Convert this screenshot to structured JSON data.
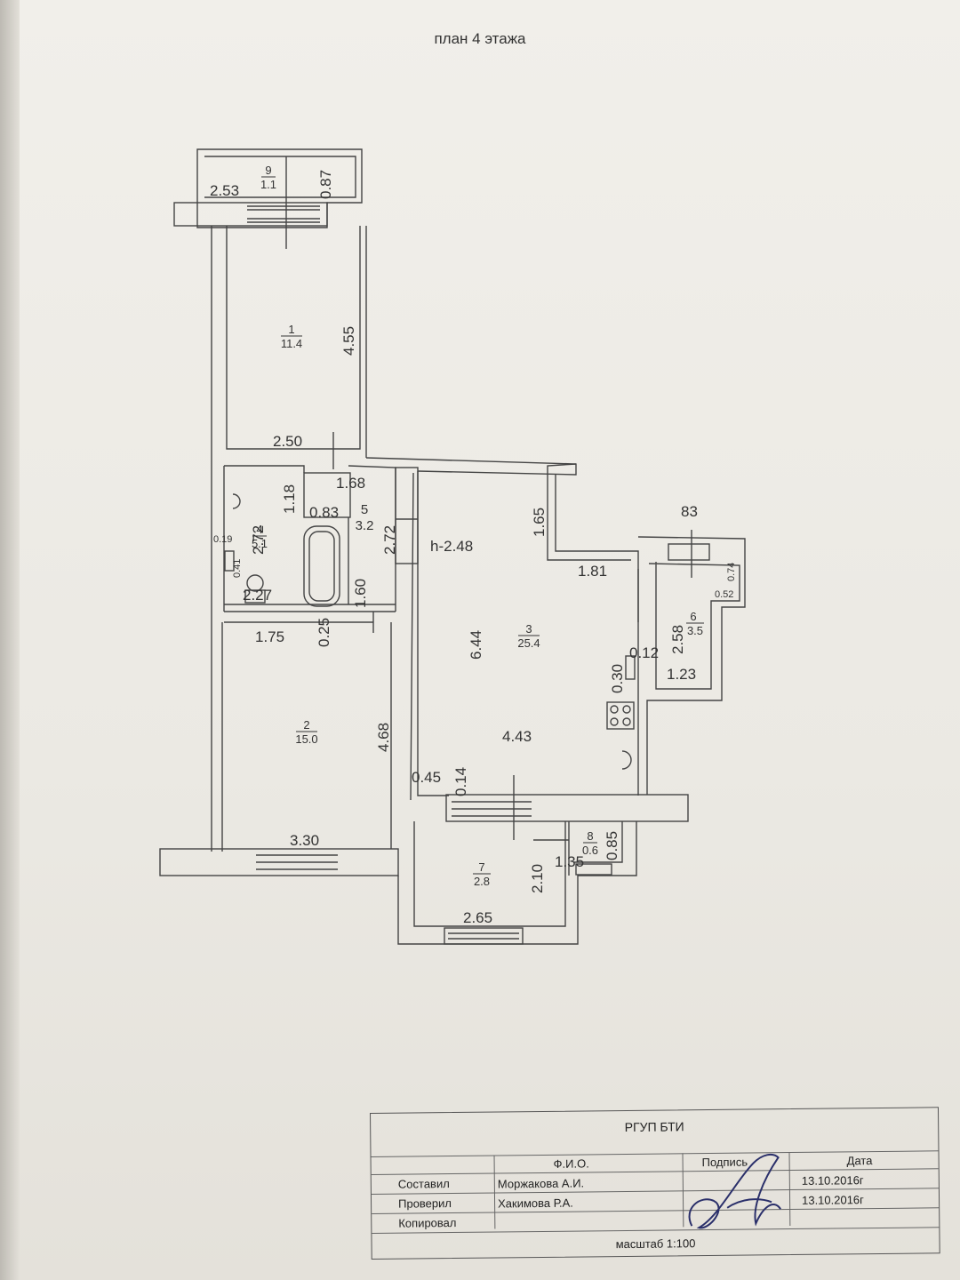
{
  "title": "план 4 этажа",
  "rooms": [
    {
      "num": "9",
      "area": "1.1"
    },
    {
      "num": "1",
      "area": "11.4"
    },
    {
      "num": "5",
      "area": "3.2"
    },
    {
      "num": "4",
      "area": "5.1"
    },
    {
      "num": "3",
      "area": "25.4"
    },
    {
      "num": "6",
      "area": "3.5"
    },
    {
      "num": "2",
      "area": "15.0"
    },
    {
      "num": "7",
      "area": "2.8"
    },
    {
      "num": "8",
      "area": "0.6"
    }
  ],
  "dimensions": [
    "2.53",
    "0.87",
    "4.55",
    "2.50",
    "1.68",
    "1.18",
    "0.83",
    "2.72",
    "2.72",
    "0.19",
    "0.41",
    "2.27",
    "1.60",
    "0.25",
    "1.75",
    "4.68",
    "3.30",
    "1.65",
    "1.81",
    "83",
    "0.74",
    "0.52",
    "2.58",
    "1.23",
    "0.12",
    "0.30",
    "6.44",
    "4.43",
    "0.45",
    "0.14",
    "0.85",
    "1.35",
    "2.10",
    "2.65"
  ],
  "ceiling_height": "h-2.48",
  "stamp": {
    "org": "РГУП БТИ",
    "col_fio": "Ф.И.О.",
    "col_sign": "Подпись",
    "col_date": "Дата",
    "rows": [
      {
        "role": "Составил",
        "name": "Моржакова А.И.",
        "date": "13.10.2016г"
      },
      {
        "role": "Проверил",
        "name": "Хакимова Р.А.",
        "date": "13.10.2016г"
      },
      {
        "role": "Копировал",
        "name": "",
        "date": ""
      }
    ],
    "scale": "масштаб 1:100"
  }
}
